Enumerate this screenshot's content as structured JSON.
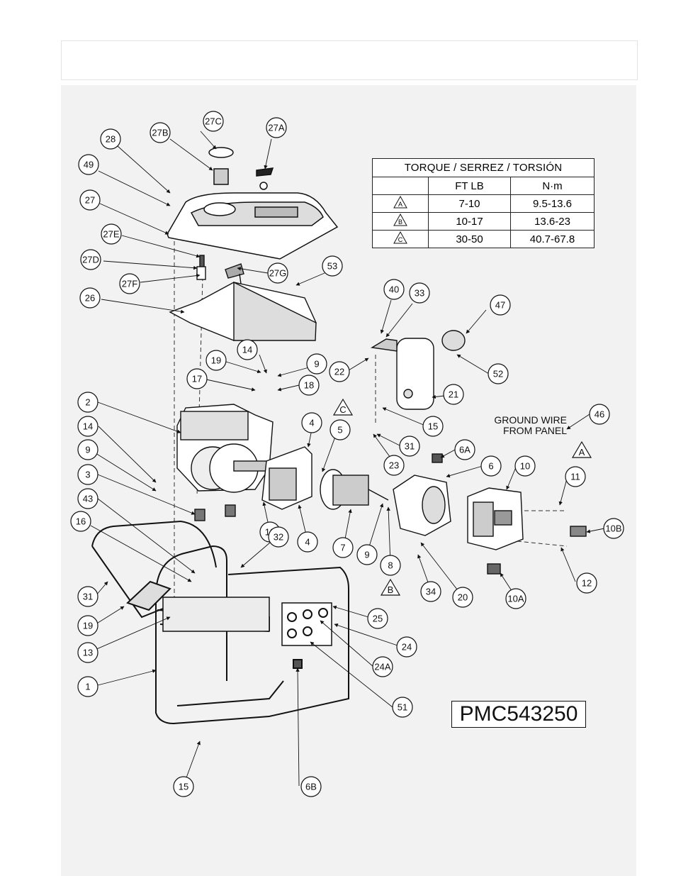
{
  "torque_table": {
    "title": "TORQUE / SERREZ / TORSIÓN",
    "header": [
      "",
      "FT LB",
      "N·m"
    ],
    "rows": [
      {
        "mark": "A",
        "ftlb": "7-10",
        "nm": "9.5-13.6"
      },
      {
        "mark": "B",
        "ftlb": "10-17",
        "nm": "13.6-23"
      },
      {
        "mark": "C",
        "ftlb": "30-50",
        "nm": "40.7-67.8"
      }
    ]
  },
  "model_number": "PMC543250",
  "ground_wire_note": [
    "GROUND WIRE",
    "FROM PANEL"
  ],
  "torque_markers": [
    "C",
    "A",
    "B"
  ],
  "callouts": [
    {
      "id": "27C",
      "label": "27C"
    },
    {
      "id": "27B",
      "label": "27B"
    },
    {
      "id": "27A",
      "label": "27A"
    },
    {
      "id": "28",
      "label": "28"
    },
    {
      "id": "49",
      "label": "49"
    },
    {
      "id": "27",
      "label": "27"
    },
    {
      "id": "27E",
      "label": "27E"
    },
    {
      "id": "27D",
      "label": "27D"
    },
    {
      "id": "27F",
      "label": "27F"
    },
    {
      "id": "27G",
      "label": "27G"
    },
    {
      "id": "53",
      "label": "53"
    },
    {
      "id": "26",
      "label": "26"
    },
    {
      "id": "40",
      "label": "40"
    },
    {
      "id": "33",
      "label": "33"
    },
    {
      "id": "47",
      "label": "47"
    },
    {
      "id": "14a",
      "label": "14"
    },
    {
      "id": "19a",
      "label": "19"
    },
    {
      "id": "9a",
      "label": "9"
    },
    {
      "id": "22",
      "label": "22"
    },
    {
      "id": "52",
      "label": "52"
    },
    {
      "id": "17",
      "label": "17"
    },
    {
      "id": "18",
      "label": "18"
    },
    {
      "id": "21",
      "label": "21"
    },
    {
      "id": "2",
      "label": "2"
    },
    {
      "id": "4a",
      "label": "4"
    },
    {
      "id": "5",
      "label": "5"
    },
    {
      "id": "15a",
      "label": "15"
    },
    {
      "id": "46",
      "label": "46"
    },
    {
      "id": "14b",
      "label": "14"
    },
    {
      "id": "31a",
      "label": "31"
    },
    {
      "id": "23",
      "label": "23"
    },
    {
      "id": "6A",
      "label": "6A"
    },
    {
      "id": "9b",
      "label": "9"
    },
    {
      "id": "6",
      "label": "6"
    },
    {
      "id": "10",
      "label": "10"
    },
    {
      "id": "11",
      "label": "11"
    },
    {
      "id": "3",
      "label": "3"
    },
    {
      "id": "43",
      "label": "43"
    },
    {
      "id": "13a",
      "label": "13"
    },
    {
      "id": "16",
      "label": "16"
    },
    {
      "id": "32",
      "label": "32"
    },
    {
      "id": "4b",
      "label": "4"
    },
    {
      "id": "7",
      "label": "7"
    },
    {
      "id": "9c",
      "label": "9"
    },
    {
      "id": "8",
      "label": "8"
    },
    {
      "id": "10B",
      "label": "10B"
    },
    {
      "id": "34",
      "label": "34"
    },
    {
      "id": "20",
      "label": "20"
    },
    {
      "id": "12",
      "label": "12"
    },
    {
      "id": "10A",
      "label": "10A"
    },
    {
      "id": "31b",
      "label": "31"
    },
    {
      "id": "25",
      "label": "25"
    },
    {
      "id": "19b",
      "label": "19"
    },
    {
      "id": "24",
      "label": "24"
    },
    {
      "id": "13b",
      "label": "13"
    },
    {
      "id": "24A",
      "label": "24A"
    },
    {
      "id": "1",
      "label": "1"
    },
    {
      "id": "51",
      "label": "51"
    },
    {
      "id": "15b",
      "label": "15"
    },
    {
      "id": "6B",
      "label": "6B"
    }
  ]
}
